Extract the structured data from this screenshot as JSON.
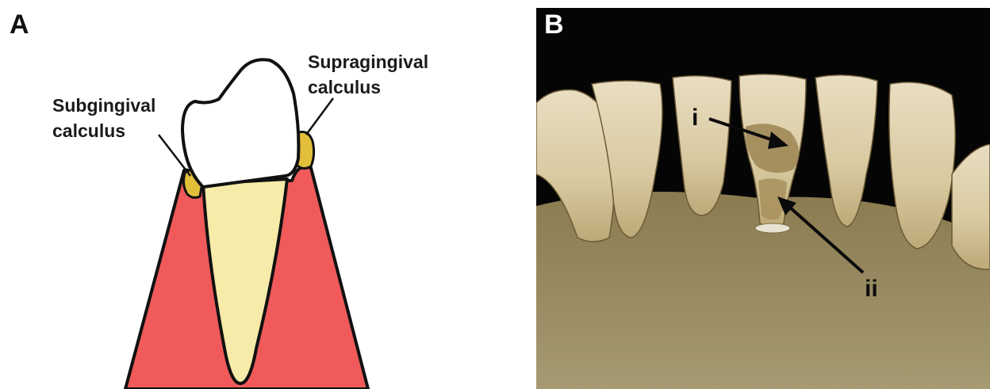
{
  "panel_a": {
    "letter": "A",
    "labels": {
      "subgingival_line1": "Subgingival",
      "subgingival_line2": "calculus",
      "supragingival_line1": "Supragingival",
      "supragingival_line2": "calculus"
    },
    "colors": {
      "gum": "#f05a5a",
      "root": "#f6eba8",
      "crown": "#ffffff",
      "calculus": "#e2bf3a",
      "outline": "#111111"
    }
  },
  "panel_b": {
    "letter": "B",
    "labels": {
      "arrow_i": "i",
      "arrow_ii": "ii"
    }
  }
}
